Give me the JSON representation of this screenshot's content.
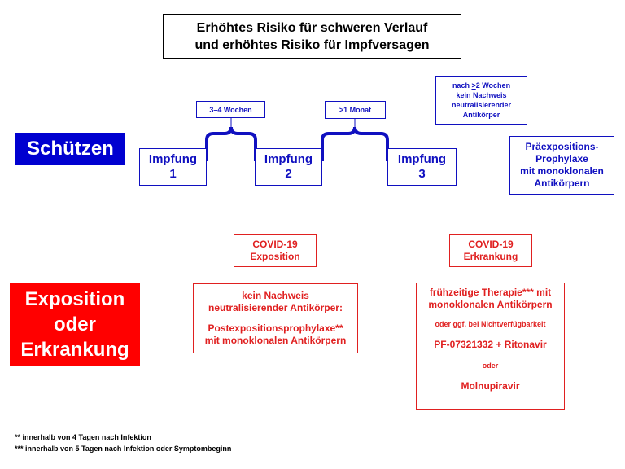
{
  "title": {
    "line1": "Erhöhtes Risiko für schweren Verlauf",
    "line2_underlined": "und",
    "line2_rest": " erhöhtes Risiko für Impfversagen"
  },
  "left_labels": {
    "protect": "Schützen",
    "exposure": [
      "Exposition",
      "oder",
      "Erkrankung"
    ]
  },
  "vaccinations": [
    {
      "label": "Impfung",
      "number": "1"
    },
    {
      "label": "Impfung",
      "number": "2"
    },
    {
      "label": "Impfung",
      "number": "3"
    }
  ],
  "intervals": [
    "3–4 Wochen",
    ">1 Monat"
  ],
  "no_antibodies_note": {
    "line1_prefix": "nach ",
    "line1_symbol": ">",
    "line1_rest": "2 Wochen",
    "line2": "kein Nachweis",
    "line3": "neutralisierender",
    "line4": "Antikörper"
  },
  "prep": [
    "Präexpositions-",
    "Prophylaxe",
    "mit monoklonalen",
    "Antikörpern"
  ],
  "covid_exposure": [
    "COVID-19",
    "Exposition"
  ],
  "covid_disease": [
    "COVID-19",
    "Erkrankung"
  ],
  "post_exposure": {
    "line1": "kein Nachweis",
    "line2": "neutralisierender Antikörper:",
    "line3": "Postexpositionsprophylaxe**",
    "line4": "mit monoklonalen Antikörpern"
  },
  "therapy": {
    "line1": "frühzeitige Therapie*** mit",
    "line2": "monoklonalen Antikörpern",
    "line3": "oder ggf. bei  Nichtverfügbarkeit",
    "line4": "PF-07321332 + Ritonavir",
    "line5": "oder",
    "line6": "Molnupiravir"
  },
  "footnotes": [
    "** innerhalb von 4 Tagen nach Infektion",
    "*** innerhalb von 5 Tagen nach Infektion oder Symptombeginn"
  ],
  "colors": {
    "blue": "#1010c0",
    "red": "#e02020",
    "dark_blue_fill": "#0000d0",
    "red_fill": "#ff0000"
  }
}
